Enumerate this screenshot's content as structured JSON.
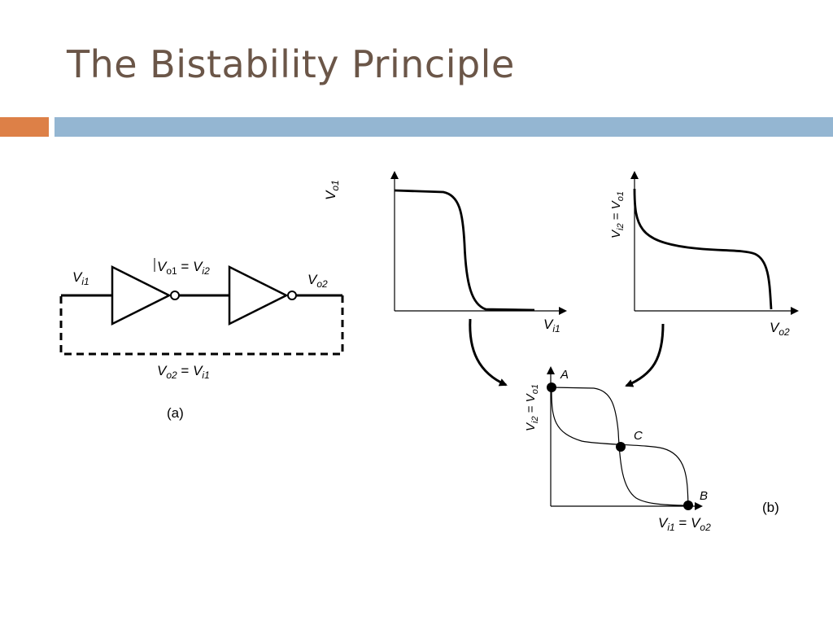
{
  "slide": {
    "title": "The Bistability Principle",
    "accent_colors": {
      "orange": "#dd8047",
      "blue": "#94b6d2",
      "title": "#6b5648"
    }
  },
  "circuit": {
    "input_label": {
      "v": "V",
      "sub": "i1"
    },
    "mid_label": {
      "v1": "V",
      "sub1": "o1",
      "eq": " = ",
      "v2": "V",
      "sub2": "i2"
    },
    "output_label": {
      "v": "V",
      "sub": "o2"
    },
    "feedback_label": {
      "v1": "V",
      "sub1": "o2",
      "eq": " = ",
      "v2": "V",
      "sub2": "i1"
    },
    "caption": "(a)"
  },
  "vtc1": {
    "ylabel": {
      "v": "V",
      "sub": "o1"
    },
    "xlabel": {
      "v": "V",
      "sub": "i1"
    }
  },
  "vtc2": {
    "ylabel": {
      "v1": "V",
      "sub1": "i2",
      "eq": " = ",
      "v2": "V",
      "sub2": "o1"
    },
    "xlabel": {
      "v": "V",
      "sub": "o2"
    }
  },
  "combined": {
    "ylabel": {
      "v1": "V",
      "sub1": "i2",
      "eq": " = ",
      "v2": "V",
      "sub2": "o1"
    },
    "xlabel": {
      "v1": "V",
      "sub1": "i1",
      "eq": " = ",
      "v2": "V",
      "sub2": "o2"
    },
    "points": {
      "A": "A",
      "B": "B",
      "C": "C"
    },
    "caption": "(b)"
  }
}
